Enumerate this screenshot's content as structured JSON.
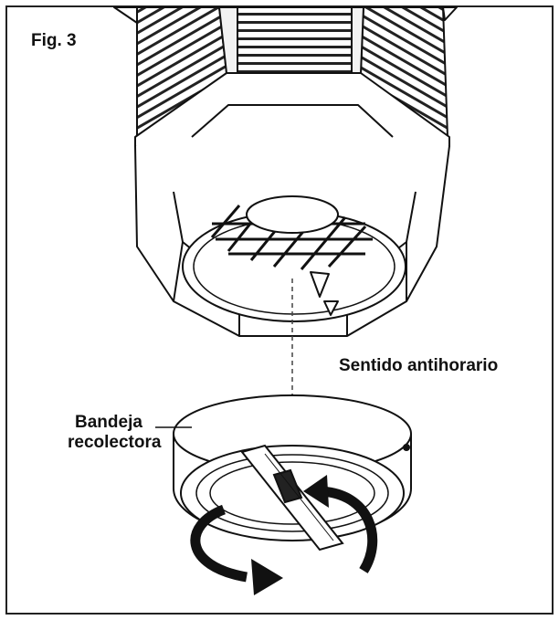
{
  "figure": {
    "label": "Fig. 3"
  },
  "labels": {
    "direction": "Sentido antihorario",
    "tray_line1": "Bandeja",
    "tray_line2": "recolectora"
  },
  "icons": [
    "lamp-housing-icon",
    "collection-tray-icon",
    "counterclockwise-arrow-icon"
  ],
  "colors": {
    "ink": "#111111",
    "background": "#ffffff",
    "frame": "#222222"
  }
}
